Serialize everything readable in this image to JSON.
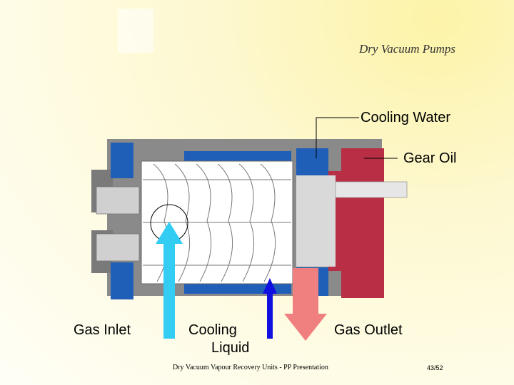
{
  "title": "Dry Vacuum Pumps",
  "labels": {
    "cooling_water": "Cooling Water",
    "gear_oil": "Gear Oil",
    "gas_inlet": "Gas Inlet",
    "cooling_liquid_line1": "Cooling",
    "cooling_liquid_line2": "Liquid",
    "gas_outlet": "Gas Outlet"
  },
  "footer": {
    "text": "Dry Vacuum Vapour Recovery Units - PP Presentation",
    "page": "43/52"
  },
  "colors": {
    "gas_inlet_arrow": "#33ccf2",
    "cooling_liquid_arrow": "#1010e0",
    "gas_outlet_arrow": "#f08080",
    "cooling_water_jacket": "#1f5fb8",
    "gear_oil_chamber": "#b82e45",
    "casing": "#8a8a8a"
  }
}
